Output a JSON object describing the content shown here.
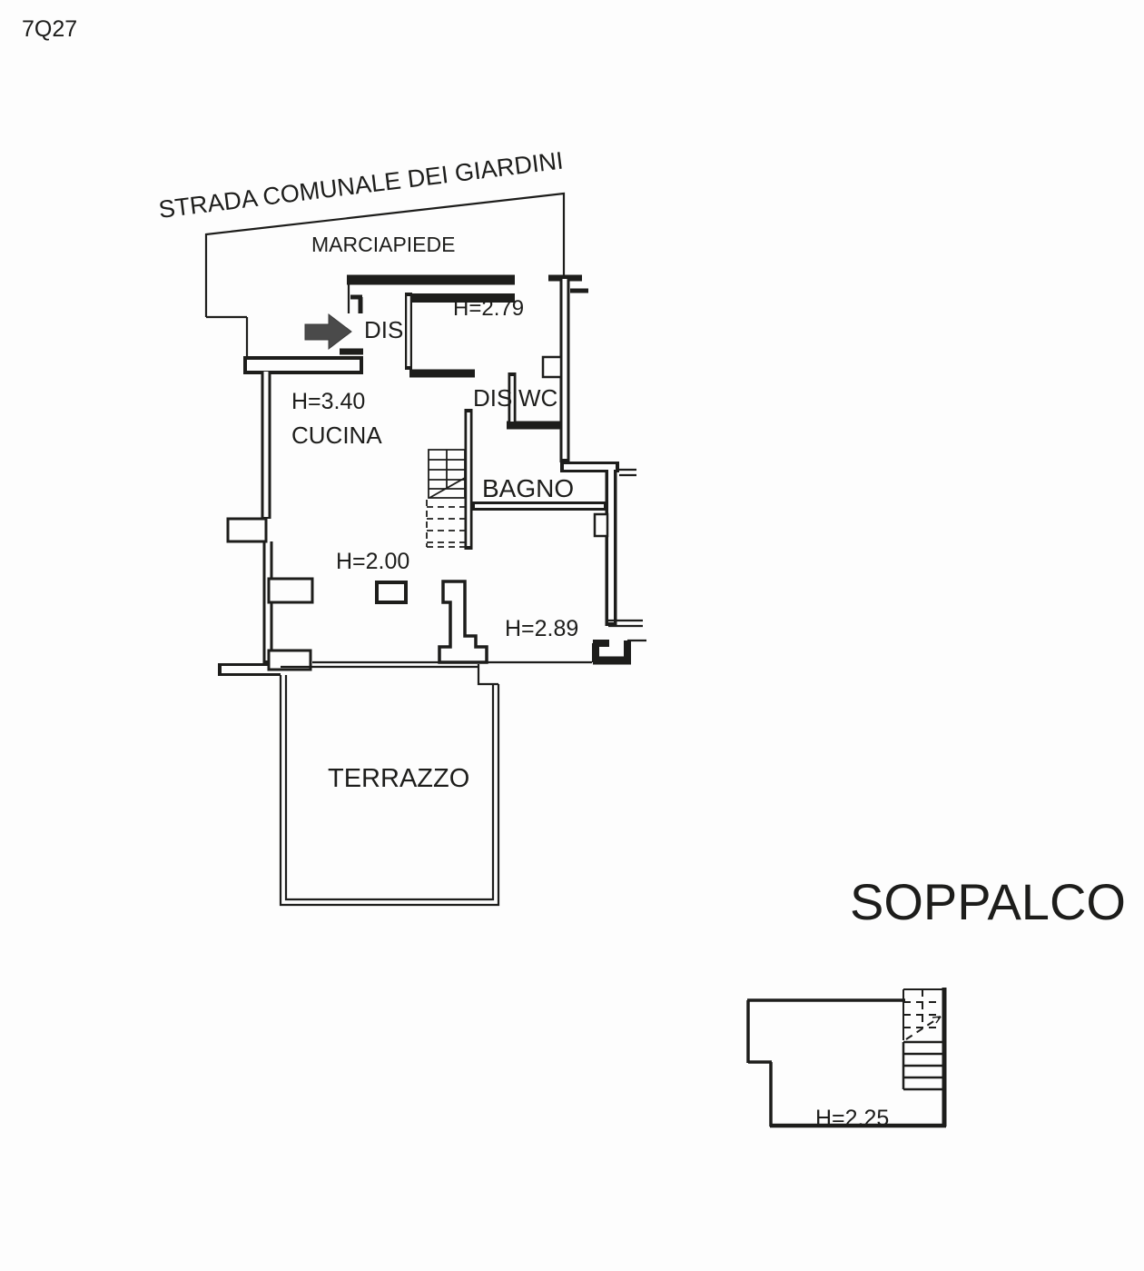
{
  "document": {
    "code": "7Q27"
  },
  "colors": {
    "ink": "#1d1d1b",
    "arrow": "#4a4a4a",
    "paper": "#fdfdfd"
  },
  "street": {
    "name": "STRADA COMUNALE DEI GIARDINI",
    "sidewalk_label": "MARCIAPIEDE"
  },
  "main_floor": {
    "entry_label": "DIS",
    "hall_height": "H=2.79",
    "kitchen_height": "H=3.40",
    "kitchen_label": "CUCINA",
    "hallway_label": "DIS",
    "wc_label": "WC",
    "bathroom_label": "BAGNO",
    "under_loft_height": "H=2.00",
    "living_height": "H=2.89",
    "terrace_label": "TERRAZZO"
  },
  "mezzanine": {
    "title": "SOPPALCO",
    "height": "H=2.25"
  }
}
